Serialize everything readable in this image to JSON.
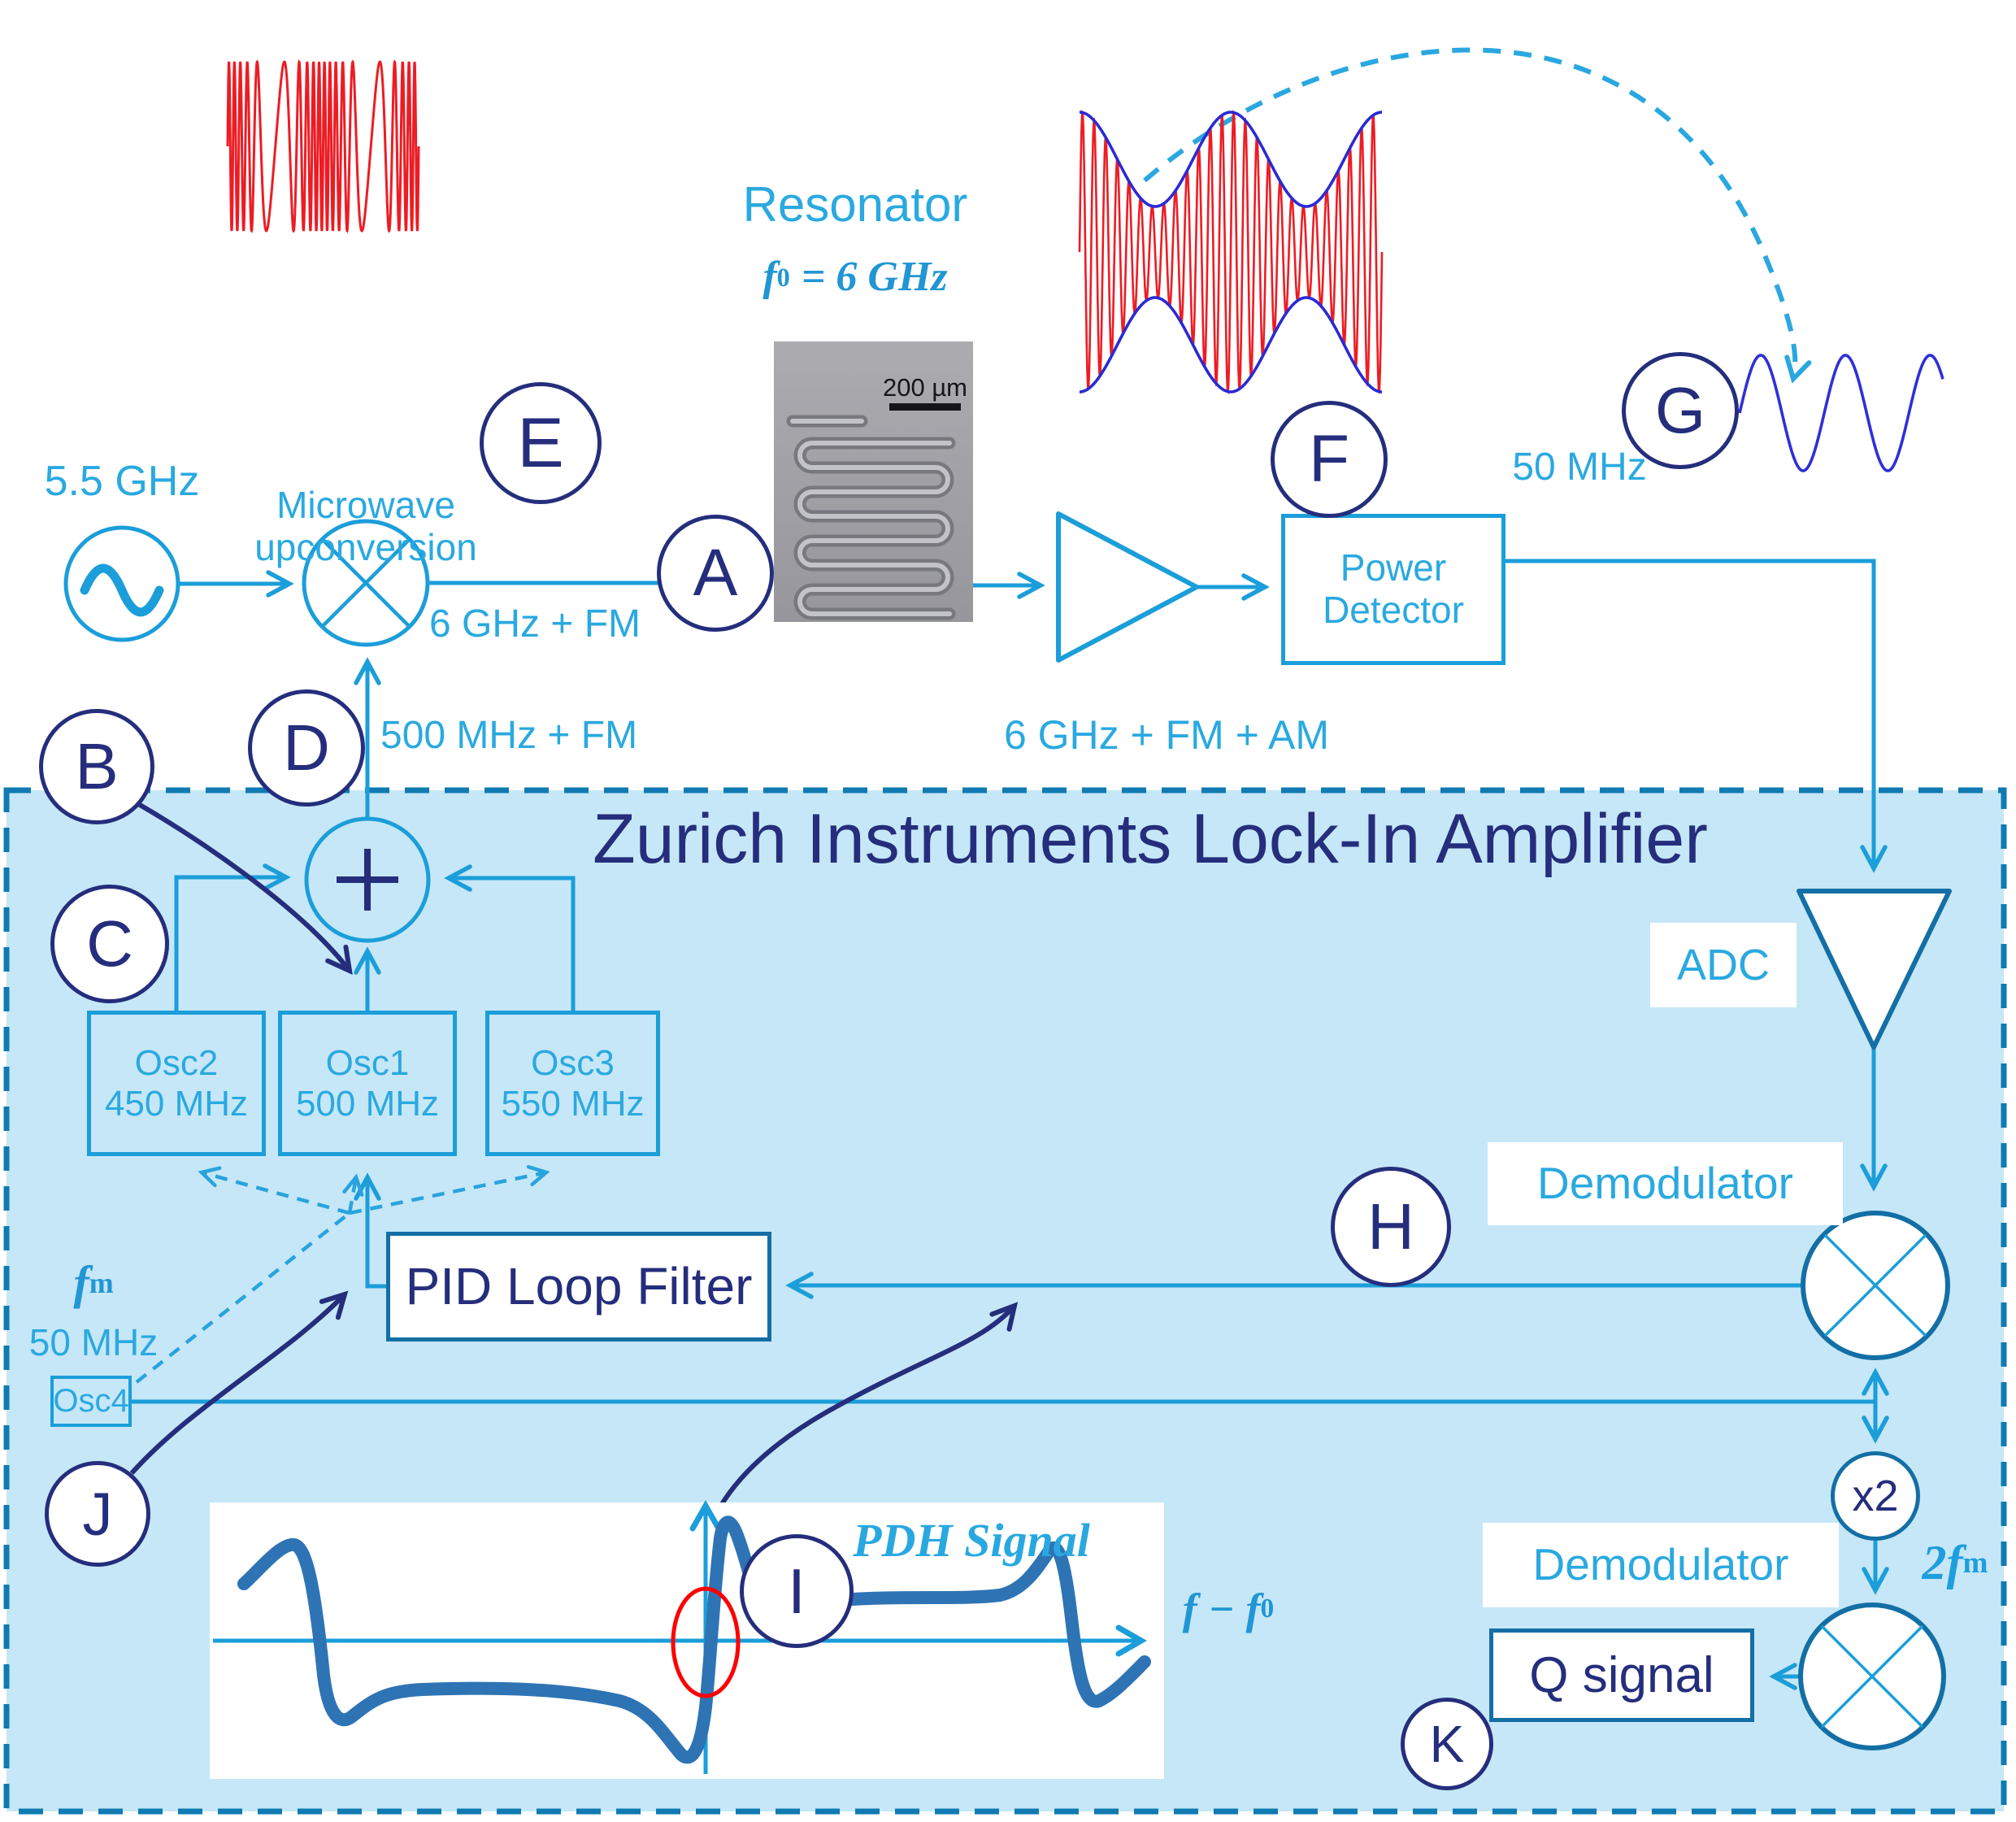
{
  "title": "Zurich Instruments Lock-In Amplifier",
  "markers": {
    "A": "A",
    "B": "B",
    "C": "C",
    "D": "D",
    "E": "E",
    "F": "F",
    "G": "G",
    "H": "H",
    "I": "I",
    "J": "J",
    "K": "K"
  },
  "source": {
    "freq": "5.5 GHz"
  },
  "upconversion": {
    "line1": "Microwave",
    "line2": "upconversion",
    "output": "6 GHz + FM"
  },
  "resonator": {
    "title": "Resonator",
    "freq_base": "f",
    "freq_sub": "0",
    "freq_rest": "= 6 GHz",
    "scale_bar": "200 µm"
  },
  "power_detector": {
    "line1": "Power",
    "line2": "Detector",
    "input": "6 GHz + FM + AM",
    "output": "50 MHz"
  },
  "adder": {
    "input": "500 MHz + FM"
  },
  "oscillators": {
    "osc1": {
      "name": "Osc1",
      "freq": "500 MHz"
    },
    "osc2": {
      "name": "Osc2",
      "freq": "450 MHz"
    },
    "osc3": {
      "name": "Osc3",
      "freq": "550 MHz"
    },
    "osc4": {
      "name": "Osc4",
      "mod_base": "f",
      "mod_sub": "m",
      "mod_freq": "50 MHz"
    }
  },
  "lockin": {
    "adc": "ADC",
    "demodulator1": "Demodulator",
    "demodulator2": "Demodulator",
    "pid": "PID Loop Filter",
    "x2": "x2",
    "twofm_base": "2f",
    "twofm_sub": "m",
    "q_signal": "Q signal"
  },
  "pdh_plot": {
    "title": "PDH Signal",
    "xaxis_base": "f − f",
    "xaxis_sub": "0"
  },
  "colors": {
    "line_cyan": "#1b9ed9",
    "text_cyan": "#2aa9e0",
    "box_blue": "#136fa5",
    "navy": "#252e7c",
    "zurich_fill": "#c6e7f7",
    "red": "#ed1c24",
    "envelope_blue": "#2a2ad4",
    "pdh_blue": "#2e74b5"
  },
  "waveforms": {
    "fm_burst": {
      "cycles": 20,
      "depth": 0.78,
      "mod_periods": 2
    },
    "am_signal": {
      "cycles": 26,
      "env_periods": 2,
      "env_mid": 114,
      "env_var": 58
    },
    "small_sine": {
      "cycles": 2.4
    }
  }
}
